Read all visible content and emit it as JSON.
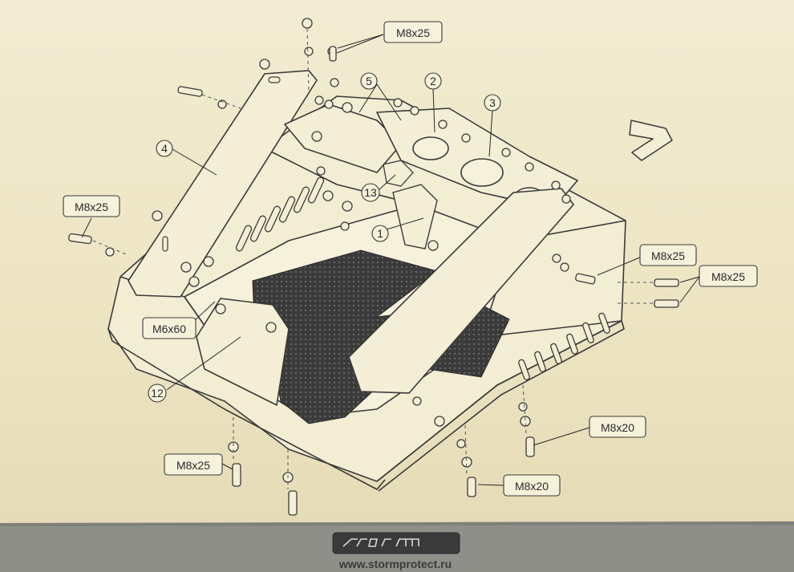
{
  "callouts": {
    "top_bolt": "M8x25",
    "left_bolt": "M8x25",
    "right_bolt_upper": "M8x25",
    "right_bolt_side": "M8x25",
    "left_mid_bolt": "M6x60",
    "bottom_left_bolt": "M8x25",
    "bottom_right_bolt_upper": "M8x20",
    "bottom_right_bolt_lower": "M8x20"
  },
  "parts": {
    "p1": "1",
    "p2": "2",
    "p3": "3",
    "p4": "4",
    "p5": "5",
    "p12": "12",
    "p13": "13"
  },
  "footer": {
    "logo_text": "Storm",
    "url": "www.stormprotect.ru"
  },
  "colors": {
    "paper": "#efe7c8",
    "line": "#3a3a3a",
    "footer_band": "#8f8f8a",
    "mesh": "#3d3d3d"
  }
}
